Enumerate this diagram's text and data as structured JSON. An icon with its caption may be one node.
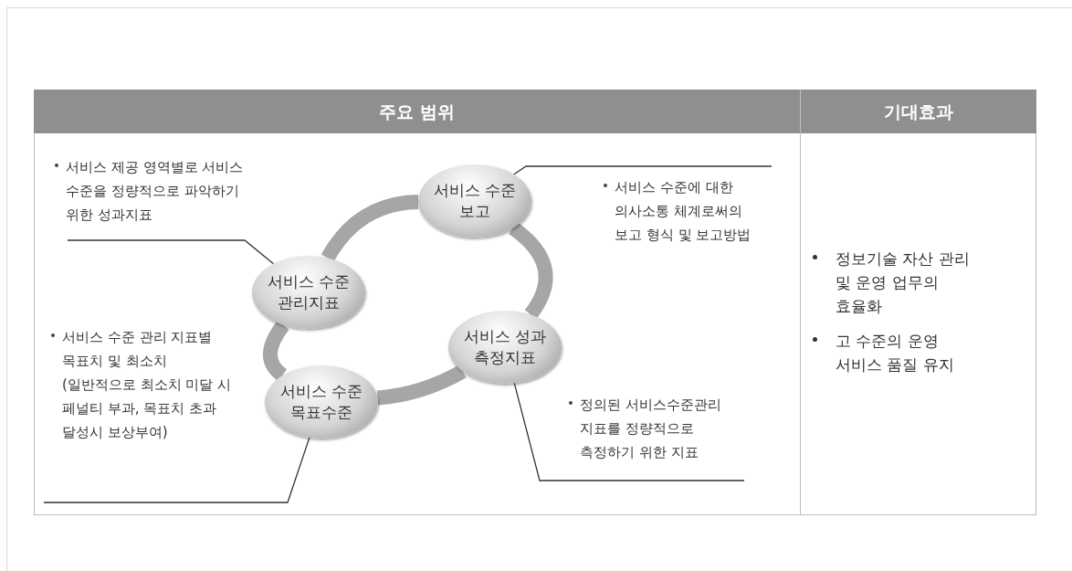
{
  "diagram": {
    "nodes": [
      {
        "text": [
          "서비스 수준 보고"
        ]
      },
      {
        "text": [
          "서비스 수준 관리지표"
        ]
      },
      {
        "text": [
          "서비스 성과 측정지표"
        ]
      },
      {
        "text": [
          "서비스 수준 목표수준"
        ]
      },
      {
        "text": [
          "서비스 제공 영역별로 서비스 수준을 정량적으로 파악하기 위한 성과지표"
        ]
      },
      {
        "text": [
          "서비스 수준에 대한 의사소통 체계로써의 보고 형식 및 보고방법"
        ]
      },
      {
        "text": [
          "서비스 수준 관리 지표별 목표치 및 최소치 (일반적으로 최소치 미달 시 페널티 부과, 목표치 초과 달성시 보상부여)"
        ]
      },
      {
        "text": [
          "정의된 서비스수준관리 지표를 정량적으로 측정하기 위한 지표"
        ]
      }
    ],
    "edges": [
      {
        "from": 1,
        "to": 0,
        "arrow": "none",
        "style": "thick",
        "color": "#a6a6a6"
      },
      {
        "from": 0,
        "to": 2,
        "arrow": "none",
        "style": "thick",
        "color": "#a6a6a6"
      },
      {
        "from": 2,
        "to": 3,
        "arrow": "none",
        "style": "thick",
        "color": "#a6a6a6"
      },
      {
        "from": 3,
        "to": 1,
        "arrow": "none",
        "style": "thick",
        "color": "#a6a6a6"
      },
      {
        "from": 4,
        "to": 1,
        "arrow": "none",
        "color": "#333333"
      },
      {
        "from": 5,
        "to": 0,
        "arrow": "none",
        "color": "#333333"
      },
      {
        "from": 6,
        "to": 3,
        "arrow": "none",
        "color": "#333333"
      },
      {
        "from": 7,
        "to": 2,
        "arrow": "none",
        "color": "#333333"
      }
    ],
    "labels": [
      "주요 범위",
      "기대효과",
      "정보기술 자산 관리 및 운영 업무의 효율화",
      "고 수준의 운영 서비스 품질 유지"
    ]
  }
}
